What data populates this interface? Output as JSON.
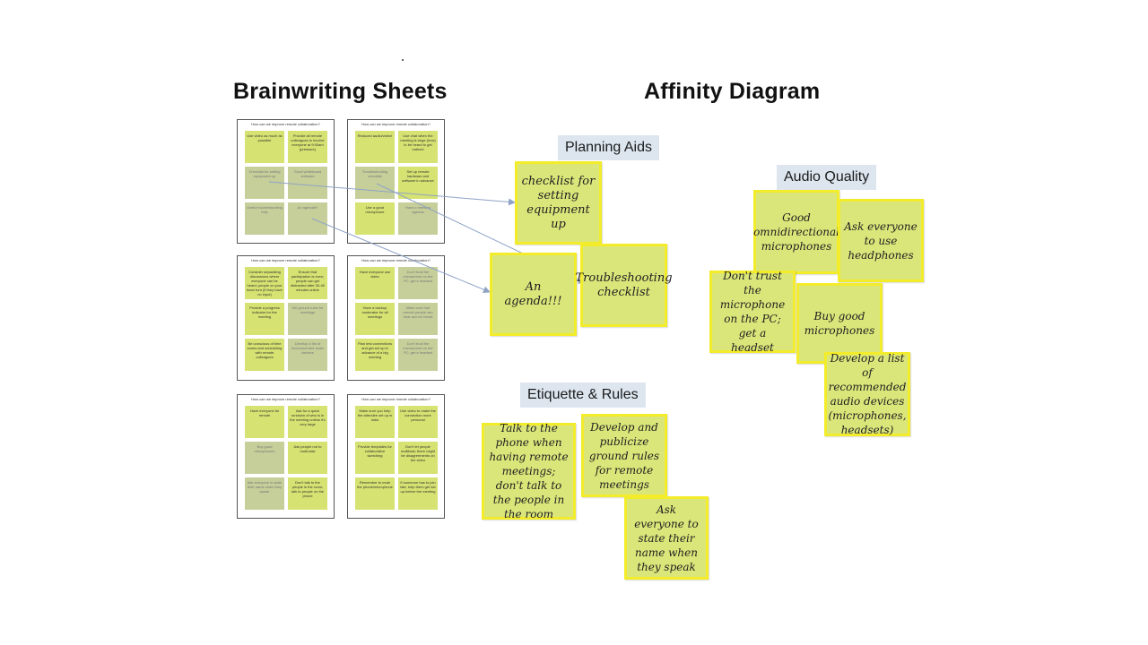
{
  "headings": {
    "left": "Brainwriting Sheets",
    "right": "Affinity Diagram"
  },
  "sheet_question": "How can we improve remote collaboration?",
  "sheets": [
    {
      "notes": [
        "Use video as much as possible",
        "Provide all remote colleagues to involve everyone at 9:00am (pressure)",
        "Checklist for setting equipment up",
        "Good whiteboard software",
        "Useful troubleshooting help",
        "An agenda!!!"
      ],
      "grey": [
        false,
        false,
        true,
        true,
        true,
        true
      ]
    },
    {
      "notes": [
        "Reduced audio/video!",
        "Use chat when the meeting is large (how) to be heard to get noticed",
        "Troubleshooting checklist",
        "Set up remote hardware and software in advance",
        "Use a good microphone",
        "Have a meeting agenda"
      ],
      "grey": [
        false,
        false,
        true,
        false,
        false,
        true
      ]
    },
    {
      "notes": [
        "Consider separating discussions where everyone can be heard; people on your team turn (if they have no input)",
        "Ensure that participation is even; people can get distracted after 30-45 minutes online",
        "Provide a progress indicator for the meeting",
        "Set ground rules for meetings",
        "Be conscious of time zones and scheduling with remote colleagues",
        "Develop a list of recommended audio devices"
      ],
      "grey": [
        false,
        false,
        false,
        true,
        false,
        true
      ]
    },
    {
      "notes": [
        "Have everyone use video",
        "Don't trust the microphone on the PC; get a headset",
        "Have a backup moderator for all meetings",
        "Make sure that remote people can hear and be heard",
        "Plan test connections and get set up in advance of a big meeting",
        "Don't trust the microphone on the PC; get a headset"
      ],
      "grey": [
        false,
        true,
        false,
        true,
        false,
        true
      ]
    },
    {
      "notes": [
        "Have everyone be remote",
        "Ask for a quick rundown of who is in the meeting unless it's very large",
        "Buy good microphones",
        "Ask people not to multi-task",
        "Ask everyone to state their name when they speak",
        "Don't talk to the people in the room; talk to people on the phone"
      ],
      "grey": [
        false,
        false,
        true,
        false,
        true,
        false
      ]
    },
    {
      "notes": [
        "Make sure you help the attendee set up in data",
        "Use video to make the connection more personal",
        "Provide templates for collaborative sketching",
        "Don't let people multitask; there might be disagreements on the video",
        "Remember to mute the phone/microphone",
        "If someone has to join late, help them get set up before the meeting"
      ],
      "grey": [
        false,
        false,
        false,
        false,
        false,
        false
      ]
    }
  ],
  "clusters": {
    "planning": {
      "label": "Planning Aids",
      "notes": [
        "checklist for setting equipment up",
        "An agenda!!!",
        "Troubleshooting checklist"
      ]
    },
    "audio": {
      "label": "Audio Quality",
      "notes": [
        "Good omnidirectional microphones",
        "Ask everyone to use headphones",
        "Don't trust the microphone on the PC; get a headset",
        "Buy good microphones",
        "Develop a list of recommended audio devices (microphones, headsets)"
      ]
    },
    "etiquette": {
      "label": "Etiquette & Rules",
      "notes": [
        "Talk to the phone when having remote meetings; don't talk to the people in the room",
        "Develop and publicize ground rules for remote meetings",
        "Ask everyone to state their name when they speak"
      ]
    }
  },
  "colors": {
    "note_fill": "#dbe67a",
    "note_border": "#f2ec2a",
    "label_fill": "#dde6ef",
    "arrow": "#8fa3c7"
  }
}
